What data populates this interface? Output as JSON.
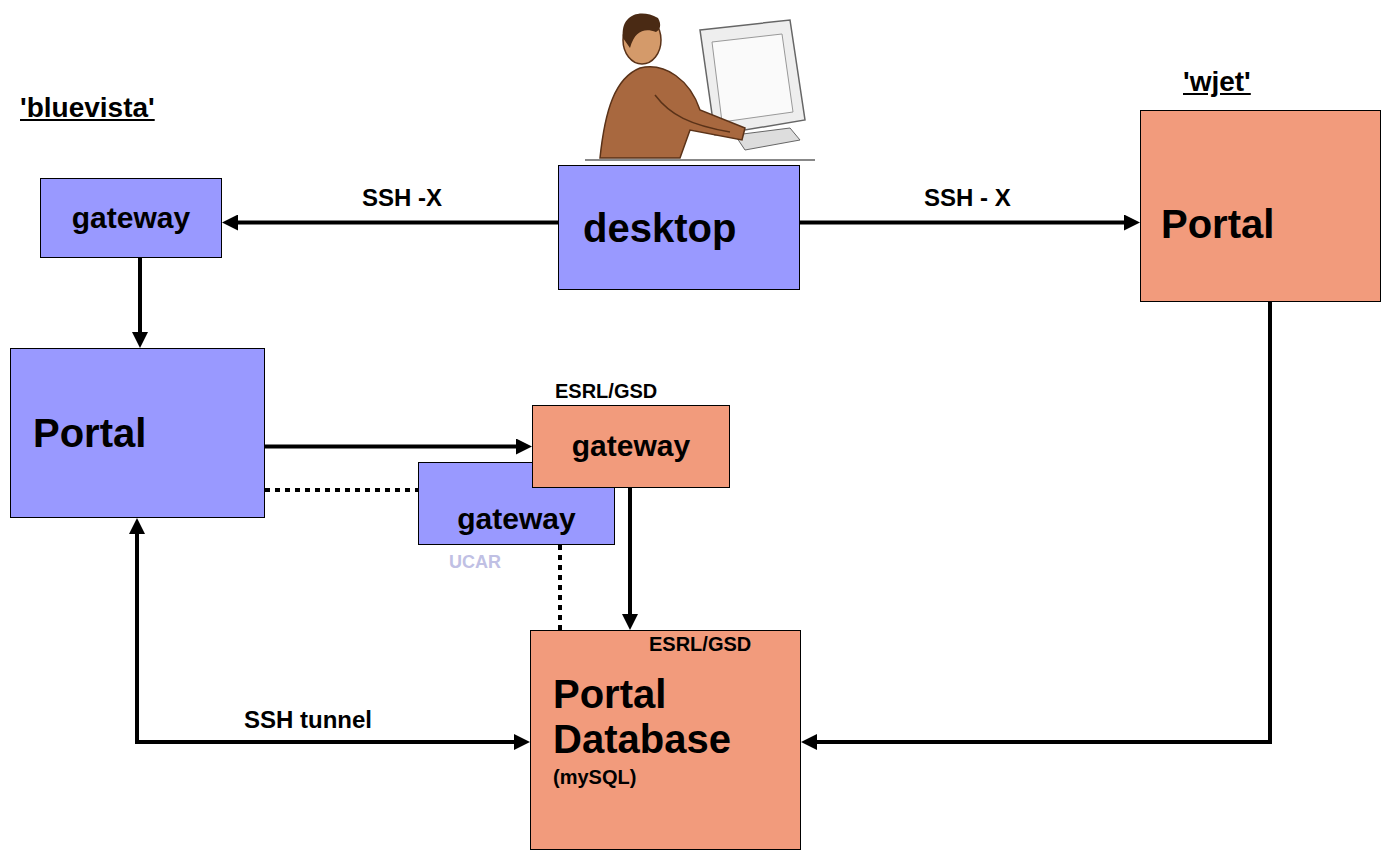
{
  "diagram": {
    "nodes": [
      {
        "text": [
          "gateway"
        ]
      },
      {
        "text": [
          "desktop"
        ]
      },
      {
        "text": [
          "Portal"
        ]
      },
      {
        "text": [
          "Portal"
        ]
      },
      {
        "text": [
          "ESRL/GSD",
          "gateway"
        ]
      },
      {
        "text": [
          "gateway",
          "UCAR"
        ]
      },
      {
        "text": [
          "ESRL/GSD",
          "Portal Database",
          "(mySQL)"
        ]
      }
    ],
    "edges": [
      {
        "from": 1,
        "to": 0,
        "arrow": "to",
        "label": "SSH -X"
      },
      {
        "from": 1,
        "to": 2,
        "arrow": "to",
        "label": "SSH - X"
      },
      {
        "from": 0,
        "to": 3,
        "arrow": "to"
      },
      {
        "from": 3,
        "to": 4,
        "arrow": "to"
      },
      {
        "from": 3,
        "to": 5,
        "arrow": "none"
      },
      {
        "from": 5,
        "to": 6,
        "arrow": "none"
      },
      {
        "from": 4,
        "to": 6,
        "arrow": "to"
      },
      {
        "from": 3,
        "to": 6,
        "arrow": "both",
        "label": "SSH tunnel"
      },
      {
        "from": 2,
        "to": 6,
        "arrow": "to"
      }
    ],
    "labels": [
      "'bluevista'",
      "'wjet'"
    ]
  }
}
